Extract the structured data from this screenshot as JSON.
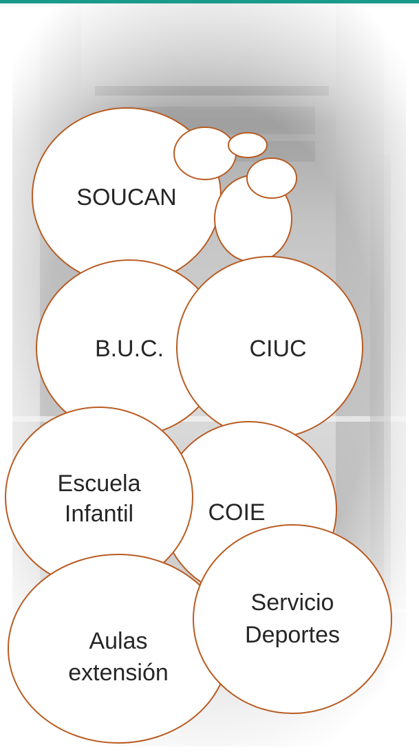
{
  "theme": {
    "top_bar_color": "#1a9a8a",
    "bubble_stroke": "#b85b22",
    "bubble_fill": "#ffffff",
    "text_color": "#262626"
  },
  "background": {
    "image_description_icon": "library-atrium-photo"
  },
  "nodes": {
    "soucan": {
      "lines": [
        "SOUCAN"
      ]
    },
    "buc": {
      "lines": [
        "B.U.C."
      ]
    },
    "ciuc": {
      "lines": [
        "CIUC"
      ]
    },
    "escuela": {
      "lines": [
        "Escuela",
        "Infantil"
      ]
    },
    "coie": {
      "lines": [
        "COIE"
      ]
    },
    "deportes": {
      "lines": [
        "Servicio",
        "Deportes"
      ]
    },
    "aulas": {
      "lines": [
        "Aulas",
        "extensión"
      ]
    }
  }
}
